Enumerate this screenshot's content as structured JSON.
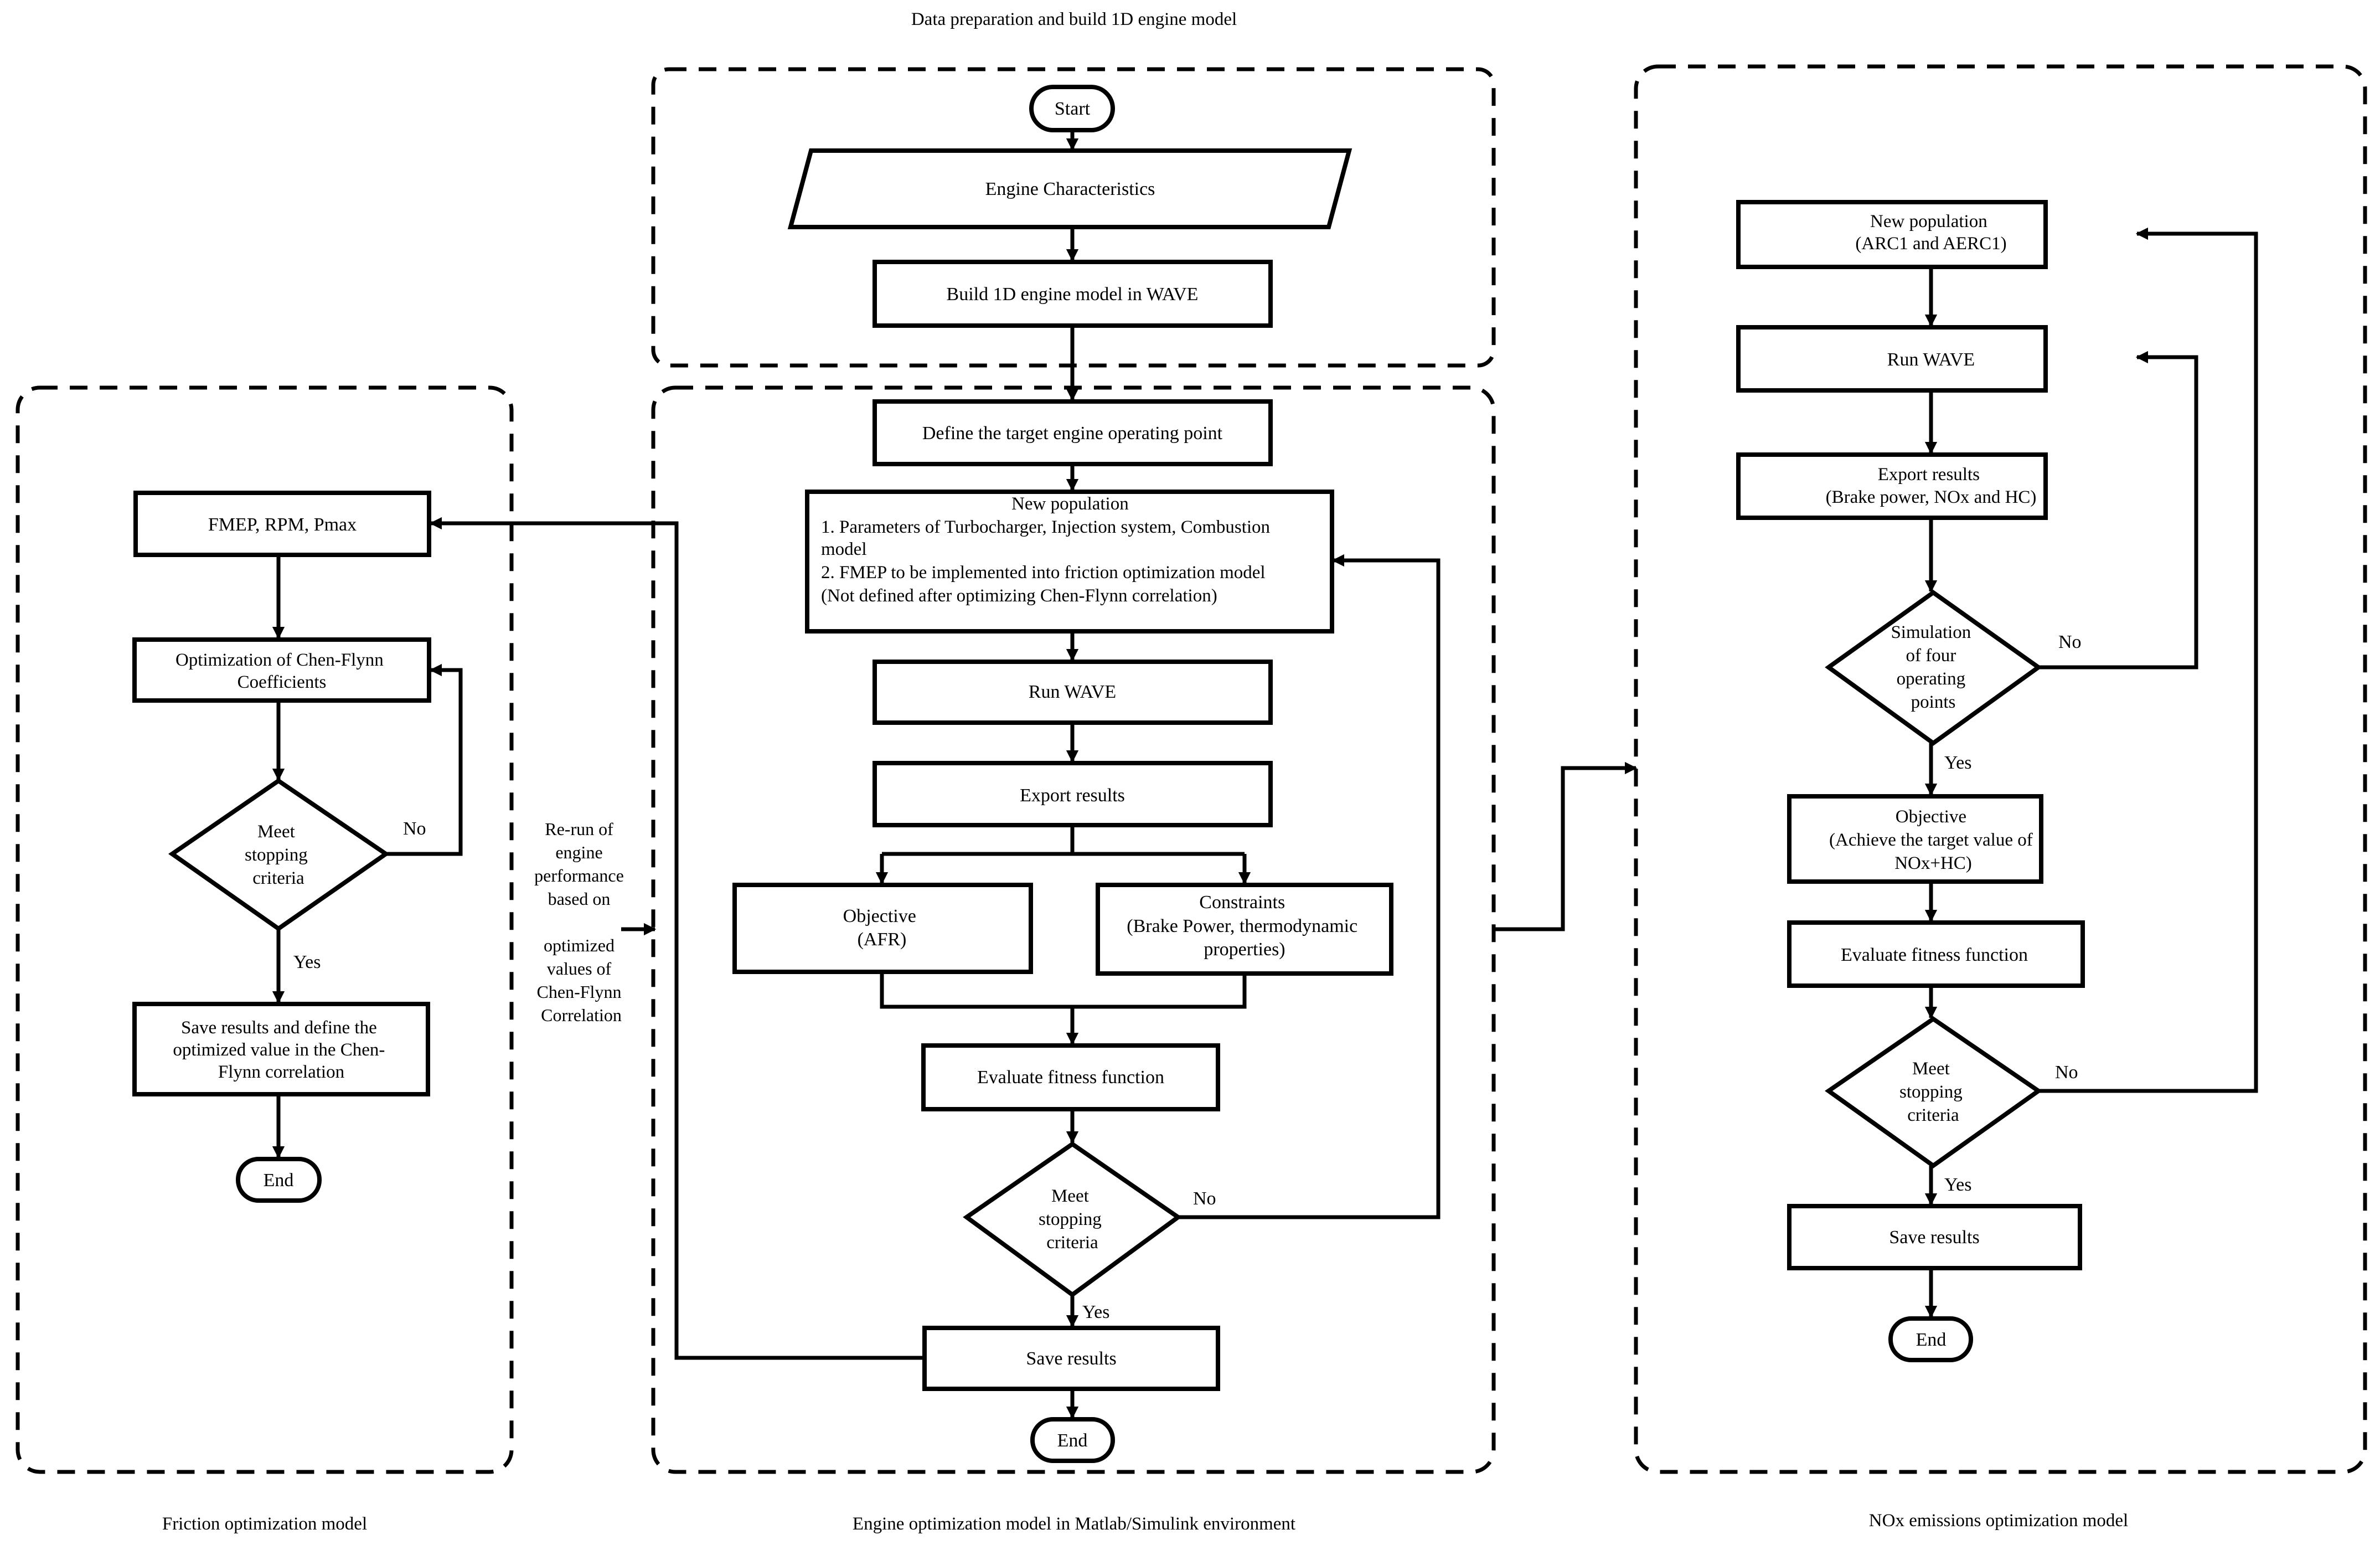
{
  "headers": {
    "data_prep": "Data preparation and build 1D engine model",
    "friction": "Friction optimization model",
    "engine": "Engine optimization model in Matlab/Simulink environment",
    "nox": "NOx emissions optimization model"
  },
  "data_prep": {
    "start": "Start",
    "characteristics": "Engine Characteristics",
    "build": "Build 1D engine model in WAVE"
  },
  "engine_opt": {
    "define_target": "Define the target engine operating point",
    "new_population": [
      "New population",
      "1. Parameters of Turbocharger, Injection system, Combustion",
      "model",
      "2. FMEP to be implemented into friction optimization model",
      "(Not defined after optimizing Chen-Flynn correlation)"
    ],
    "run_wave": "Run WAVE",
    "export": "Export results",
    "objective": [
      "Objective",
      "(AFR)"
    ],
    "constraints": [
      "Constraints",
      "(Brake Power, thermodynamic",
      "properties)"
    ],
    "evaluate": "Evaluate fitness function",
    "decision": [
      "Meet",
      "stopping",
      "criteria"
    ],
    "no": "No",
    "yes": "Yes",
    "save": "Save results",
    "end": "End"
  },
  "friction_opt": {
    "inputs": "FMEP, RPM, Pmax",
    "optimize": [
      "Optimization of Chen-Flynn",
      "Coefficients"
    ],
    "decision": [
      "Meet",
      "stopping",
      "criteria"
    ],
    "no": "No",
    "yes": "Yes",
    "save": [
      "Save results and define the",
      "optimized value in the Chen-",
      "Flynn correlation"
    ],
    "end": "End"
  },
  "rerun_note": [
    "Re-run of",
    "engine",
    "performance",
    "based on",
    "",
    "optimized",
    "values of",
    "Chen-Flynn",
    "Correlation"
  ],
  "nox_opt": {
    "new_population": [
      "New population",
      "(ARC1 and AERC1)"
    ],
    "run_wave": "Run WAVE",
    "export": [
      "Export results",
      "(Brake power, NOx and HC)"
    ],
    "simulation": [
      "Simulation",
      "of four",
      "operating",
      "points"
    ],
    "no_1": "No",
    "yes_1": "Yes",
    "objective": [
      "Objective",
      "(Achieve the target value of",
      "NOx+HC)"
    ],
    "evaluate": "Evaluate fitness function",
    "decision": [
      "Meet",
      "stopping",
      "criteria"
    ],
    "no_2": "No",
    "yes_2": "Yes",
    "save": "Save results",
    "end": "End"
  }
}
